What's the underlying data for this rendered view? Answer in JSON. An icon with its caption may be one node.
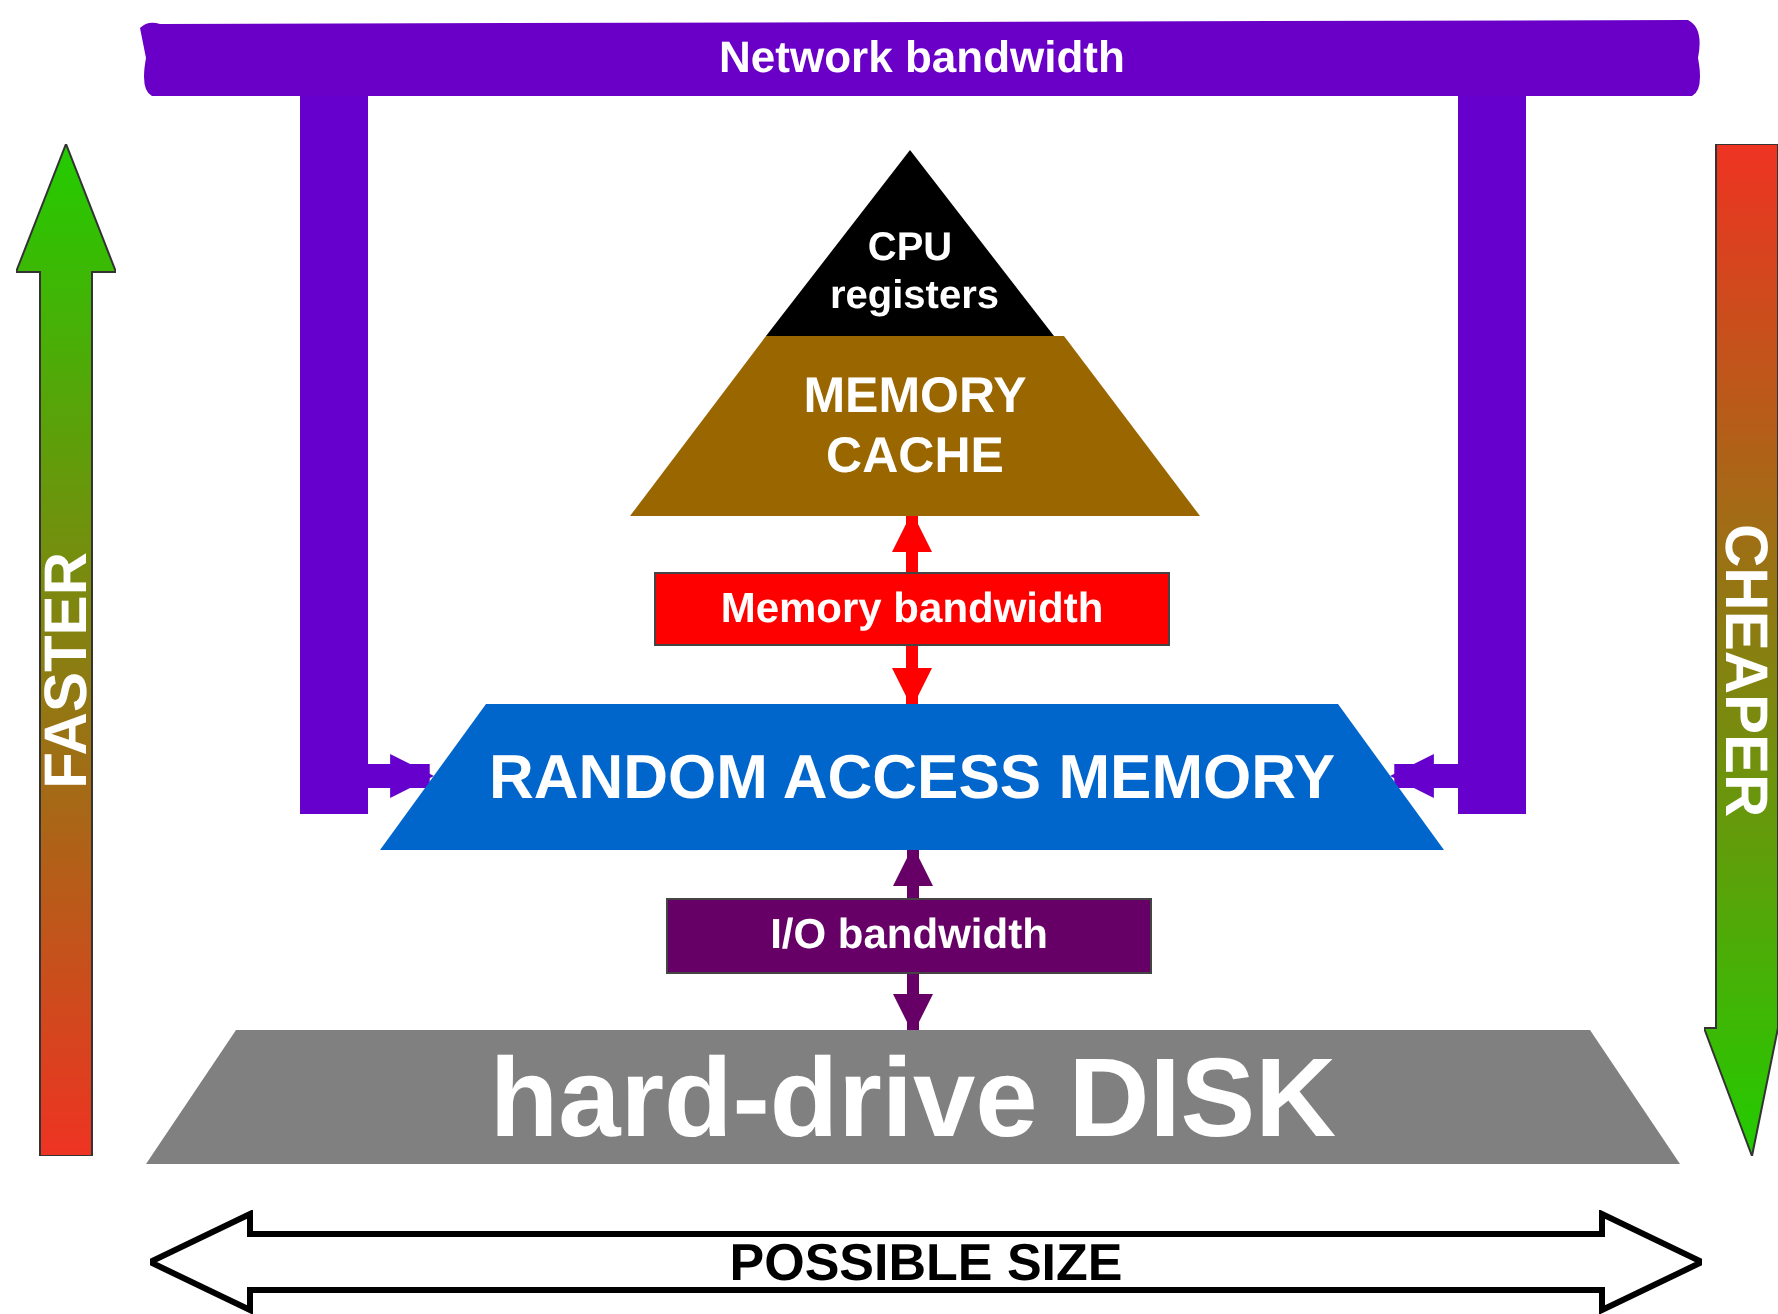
{
  "diagram": {
    "nodes": [
      {
        "text": [
          "Network bandwidth"
        ]
      },
      {
        "text": [
          "CPU registers"
        ]
      },
      {
        "text": [
          "MEMORY CACHE"
        ]
      },
      {
        "text": [
          "RANDOM ACCESS MEMORY"
        ]
      },
      {
        "text": [
          "hard-drive DISK"
        ]
      }
    ],
    "edges": [
      {
        "from": 0,
        "to": 3,
        "arrow": "to",
        "style": "thick",
        "color": "#6600cc"
      },
      {
        "from": 0,
        "to": 3,
        "arrow": "to",
        "style": "thick",
        "color": "#6600cc"
      },
      {
        "from": 2,
        "to": 3,
        "arrow": "both",
        "label": "Memory bandwidth",
        "color": "#ff0000"
      },
      {
        "from": 3,
        "to": 4,
        "arrow": "both",
        "label": "I/O bandwidth",
        "color": "#660066"
      }
    ],
    "labels": [
      "FASTER",
      "CHEAPER",
      "POSSIBLE SIZE"
    ]
  }
}
